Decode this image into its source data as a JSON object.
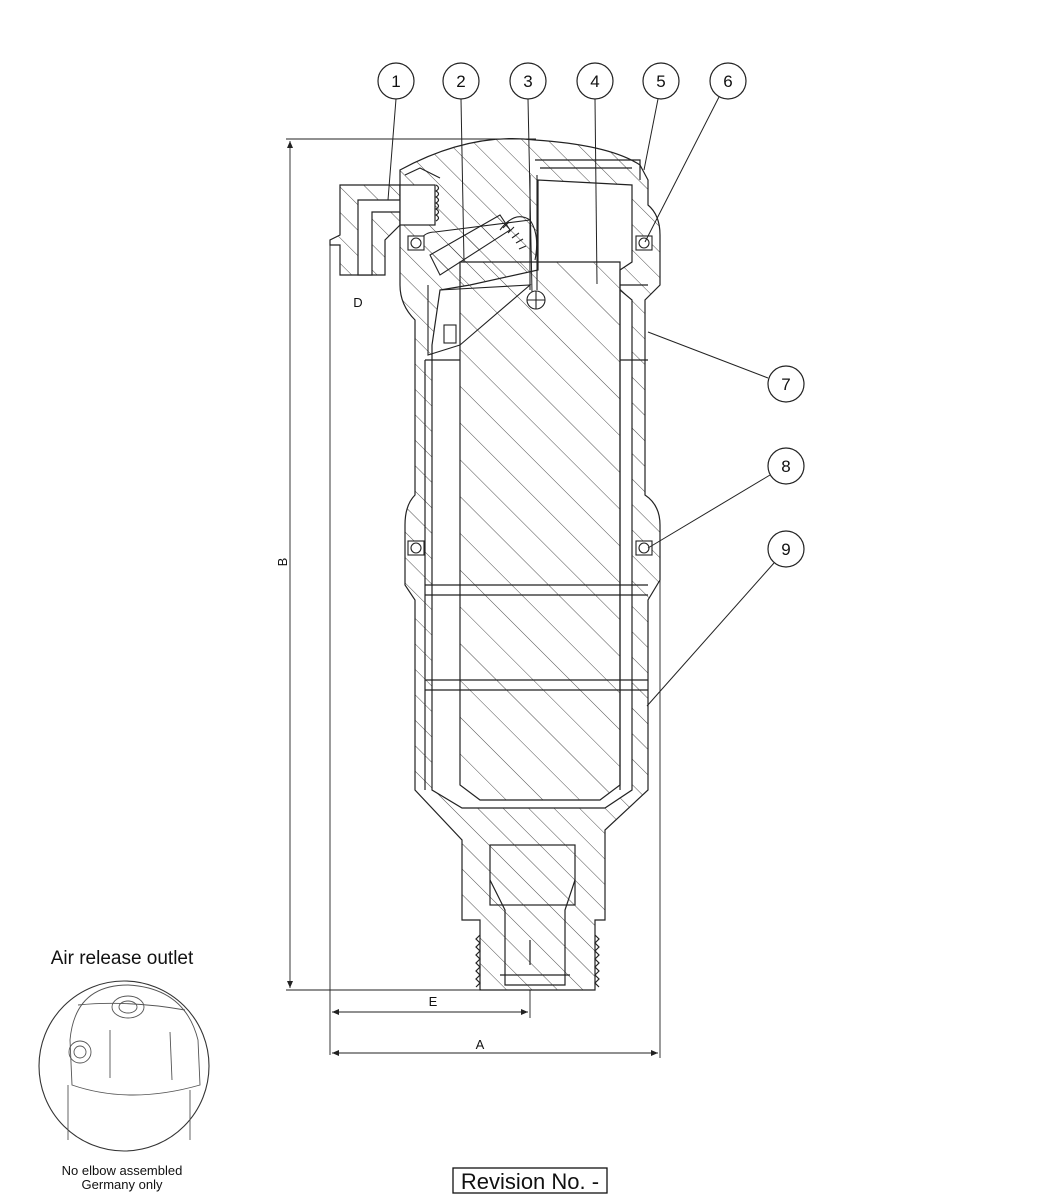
{
  "balloons": [
    "1",
    "2",
    "3",
    "4",
    "5",
    "6",
    "7",
    "8",
    "9"
  ],
  "dimensions": {
    "a": "A",
    "b": "B",
    "d": "D",
    "e": "E"
  },
  "inset": {
    "title": "Air release outlet",
    "note_line1": "No elbow assembled",
    "note_line2": "Germany only"
  },
  "revision": "Revision No. -"
}
